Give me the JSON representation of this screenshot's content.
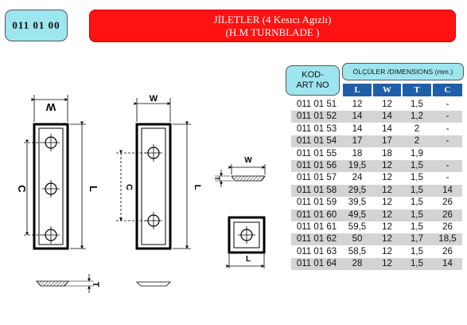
{
  "header": {
    "code": "011 01 00",
    "title_main": "JİLETLER",
    "title_paren": "(4 Kesıcı Agızlı)",
    "subtitle": "(H.M TURNBLADE )"
  },
  "drawing": {
    "labels": {
      "w": "W",
      "l": "L",
      "c": "C",
      "t": "T"
    }
  },
  "table": {
    "kod_line1": "KOD-",
    "kod_line2": "ART NO",
    "dims_title": "ÖLÇÜLER /DIMENSIONS (mm.)",
    "columns": [
      "L",
      "W",
      "T",
      "C"
    ],
    "rows": [
      {
        "code": "011 01 51",
        "L": "12",
        "W": "12",
        "T": "1,5",
        "C": "-"
      },
      {
        "code": "011 01 52",
        "L": "14",
        "W": "14",
        "T": "1,2",
        "C": "-"
      },
      {
        "code": "011 01 53",
        "L": "14",
        "W": "14",
        "T": "2",
        "C": "-"
      },
      {
        "code": "011 01 54",
        "L": "17",
        "W": "17",
        "T": "2",
        "C": "-"
      },
      {
        "code": "011 01 55",
        "L": "18",
        "W": "18",
        "T": "1,9",
        "C": ""
      },
      {
        "code": "011 01 56",
        "L": "19,5",
        "W": "12",
        "T": "1,5",
        "C": "-"
      },
      {
        "code": "011 01 57",
        "L": "24",
        "W": "12",
        "T": "1,5",
        "C": "-"
      },
      {
        "code": "011 01 58",
        "L": "29,5",
        "W": "12",
        "T": "1,5",
        "C": "14"
      },
      {
        "code": "011 01 59",
        "L": "39,5",
        "W": "12",
        "T": "1,5",
        "C": "26"
      },
      {
        "code": "011 01 60",
        "L": "49,5",
        "W": "12",
        "T": "1,5",
        "C": "26"
      },
      {
        "code": "011 01 61",
        "L": "59,5",
        "W": "12",
        "T": "1,5",
        "C": "26"
      },
      {
        "code": "011 01 62",
        "L": "50",
        "W": "12",
        "T": "1,7",
        "C": "18,5"
      },
      {
        "code": "011 01 63",
        "L": "58,5",
        "W": "12",
        "T": "1,5",
        "C": "26"
      },
      {
        "code": "011 01 64",
        "L": "28",
        "W": "12",
        "T": "1,5",
        "C": "14"
      }
    ]
  }
}
